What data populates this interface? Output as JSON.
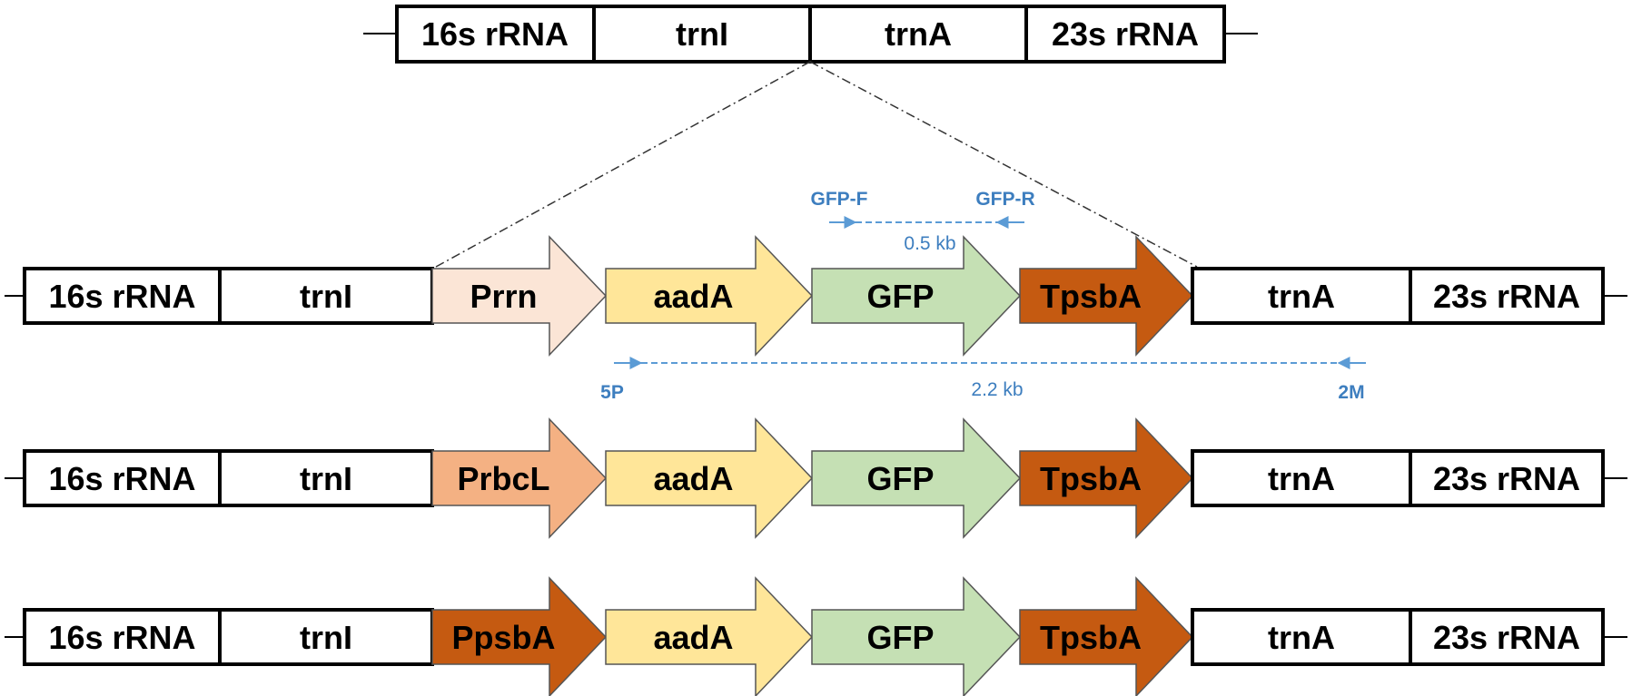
{
  "top_construct": {
    "labels": [
      "16s rRNA",
      "trnI",
      "trnA",
      "23s rRNA"
    ]
  },
  "constructs": [
    {
      "left": [
        "16s rRNA",
        "trnI"
      ],
      "arrows": [
        {
          "label": "Prrn",
          "color": "#fbe5d6"
        },
        {
          "label": "aadA",
          "color": "#ffe699"
        },
        {
          "label": "GFP",
          "color": "#c5e0b4"
        },
        {
          "label": "TpsbA",
          "color": "#c55a11"
        }
      ],
      "right": [
        "trnA",
        "23s rRNA"
      ]
    },
    {
      "left": [
        "16s rRNA",
        "trnI"
      ],
      "arrows": [
        {
          "label": "PrbcL",
          "color": "#f4b183"
        },
        {
          "label": "aadA",
          "color": "#ffe699"
        },
        {
          "label": "GFP",
          "color": "#c5e0b4"
        },
        {
          "label": "TpsbA",
          "color": "#c55a11"
        }
      ],
      "right": [
        "trnA",
        "23s rRNA"
      ]
    },
    {
      "left": [
        "16s rRNA",
        "trnI"
      ],
      "arrows": [
        {
          "label": "PpsbA",
          "color": "#c55a11"
        },
        {
          "label": "aadA",
          "color": "#ffe699"
        },
        {
          "label": "GFP",
          "color": "#c5e0b4"
        },
        {
          "label": "TpsbA",
          "color": "#c55a11"
        }
      ],
      "right": [
        "trnA",
        "23s rRNA"
      ]
    }
  ],
  "primers": {
    "gfp_forward": "GFP-F",
    "gfp_reverse": "GFP-R",
    "gfp_product": "0.5 kb",
    "forward_5p": "5P",
    "reverse_2m": "2M",
    "long_product": "2.2 kb",
    "color": "#3d7ebf"
  }
}
